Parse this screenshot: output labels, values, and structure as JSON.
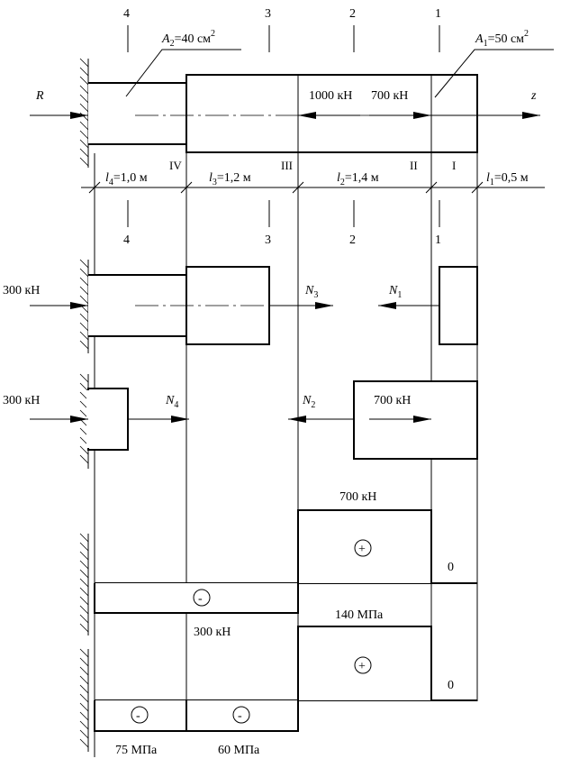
{
  "section_numbers": {
    "top": [
      "4",
      "3",
      "2",
      "1"
    ],
    "bottom": [
      "4",
      "3",
      "2",
      "1"
    ]
  },
  "areas": {
    "a2": {
      "symbol": "A",
      "sub": "2",
      "value": "=40 см",
      "sup": "2"
    },
    "a1": {
      "symbol": "A",
      "sub": "1",
      "value": "=50 см",
      "sup": "2"
    }
  },
  "reaction": "R",
  "axis": "z",
  "loads": {
    "f1000": "1000 кН",
    "f700": "700 кН"
  },
  "segments": {
    "roman": [
      "IV",
      "III",
      "II",
      "I"
    ],
    "lengths": [
      {
        "sym": "l",
        "sub": "4",
        "value": "=1,0 м"
      },
      {
        "sym": "l",
        "sub": "3",
        "value": "=1,2 м"
      },
      {
        "sym": "l",
        "sub": "2",
        "value": "=1,4 м"
      },
      {
        "sym": "l",
        "sub": "1",
        "value": "=0,5 м"
      }
    ]
  },
  "fbd_a": {
    "left_force": "300 кН",
    "n3": {
      "sym": "N",
      "sub": "3"
    },
    "n1": {
      "sym": "N",
      "sub": "1"
    }
  },
  "fbd_b": {
    "left_force": "300 кН",
    "n4": {
      "sym": "N",
      "sub": "4"
    },
    "n2": {
      "sym": "N",
      "sub": "2"
    },
    "right_force": "700 кН"
  },
  "force_diagram": {
    "top_label": "700 кН",
    "plus": "+",
    "minus": "-",
    "zero": "0",
    "bottom_label": "300 кН"
  },
  "stress_diagram": {
    "top_label": "140 МПа",
    "plus": "+",
    "minus_a": "-",
    "minus_b": "-",
    "zero": "0",
    "label_a": "75 МПа",
    "label_b": "60 МПа"
  }
}
